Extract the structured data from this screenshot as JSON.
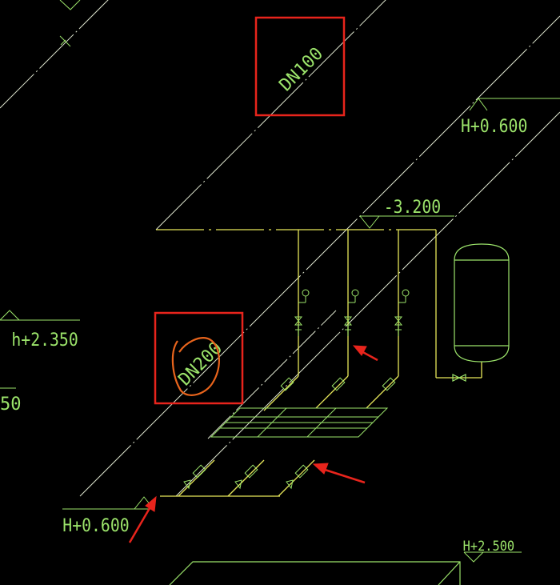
{
  "drawing": {
    "background": "#000000",
    "pipe_color": "#e8e85a",
    "line_color": "#d8f0a0",
    "text_color": "#9be36a",
    "markup_red": "#e8241c",
    "markup_orange": "#e8641c"
  },
  "labels": {
    "dn100": "DN100",
    "dn200": "DN200",
    "level_top_right": "H+0.600",
    "level_mid": "-3.200",
    "level_left": "h+2.350",
    "level_left_cut": "50",
    "level_bottom_left": "H+0.600",
    "level_bottom_right": "H+2.500"
  }
}
